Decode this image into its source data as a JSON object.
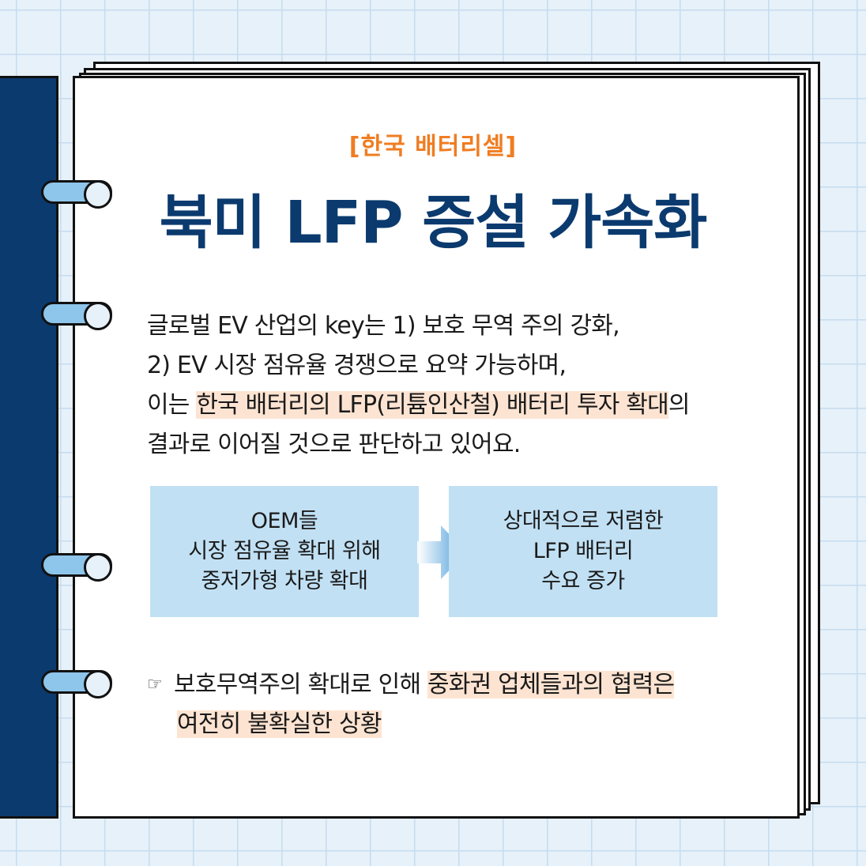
{
  "card": {
    "subtitle": "[한국 배터리셀]",
    "title": "북미 LFP 증설 가속화"
  },
  "body": {
    "line1": "글로벌 EV 산업의 key는 1) 보호 무역 주의 강화,",
    "line2": "2) EV 시장 점유율 경쟁으로 요약 가능하며,",
    "line3_pre": "이는 ",
    "line3_hl": "한국 배터리의 LFP(리튬인산철) 배터리 투자 확대",
    "line3_post": "의",
    "line4": "결과로 이어질 것으로 판단하고 있어요."
  },
  "flow": {
    "left": [
      "OEM들",
      "시장 점유율 확대 위해",
      "중저가형 차량 확대"
    ],
    "right": [
      "상대적으로 저렴한",
      "LFP 배터리",
      "수요 증가"
    ],
    "arrow_color": "#3d95d6"
  },
  "note": {
    "pointer_icon": "☞",
    "line1_pre": "보호무역주의 확대로 인해 ",
    "line1_hl": "중화권 업체들과의 협력은",
    "line2_hl": "여전히 불확실한 상황"
  },
  "colors": {
    "accent_orange": "#ef7d22",
    "title_navy": "#0b3a6e",
    "highlight": "#fde4d2",
    "box_blue": "#c1e0f4"
  }
}
